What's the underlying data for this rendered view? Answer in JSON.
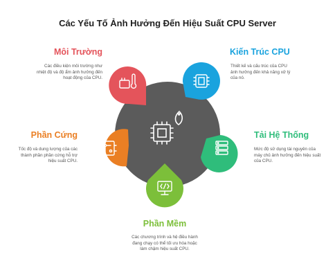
{
  "title": "Các Yếu Tố Ảnh Hưởng Đến Hiệu Suất CPU Server",
  "colors": {
    "hub": "#5b5b5b",
    "environment": "#e4545b",
    "architecture": "#1aa3de",
    "workload": "#2fbd7b",
    "software": "#7cbf3a",
    "hardware": "#ea7f24"
  },
  "factors": {
    "environment": {
      "title": "Môi Trường",
      "description": "Các điều kiện môi trường như nhiệt độ và độ ẩm ảnh hưởng đến hoạt động của CPU.",
      "icon": "thermometer-icon"
    },
    "architecture": {
      "title": "Kiến Trúc CPU",
      "description": "Thiết kế và cấu trúc của CPU ảnh hưởng đến khả năng xử lý của nó.",
      "icon": "cpu-chip-icon"
    },
    "hardware": {
      "title": "Phần Cứng",
      "description": "Tốc độ và dung lượng của các thành phần phần cứng hỗ trợ hiệu suất CPU.",
      "icon": "circuit-board-icon"
    },
    "workload": {
      "title": "Tải Hệ Thống",
      "description": "Mức độ sử dụng tài nguyên của máy chủ ảnh hưởng đến hiệu suất của CPU.",
      "icon": "server-stack-icon"
    },
    "software": {
      "title": "Phần Mềm",
      "description": "Các chương trình và hệ điều hành đang chạy có thể tối ưu hóa hoặc làm chậm hiệu suất CPU.",
      "icon": "code-monitor-icon"
    }
  },
  "hub_icon": "cpu-flame-icon"
}
